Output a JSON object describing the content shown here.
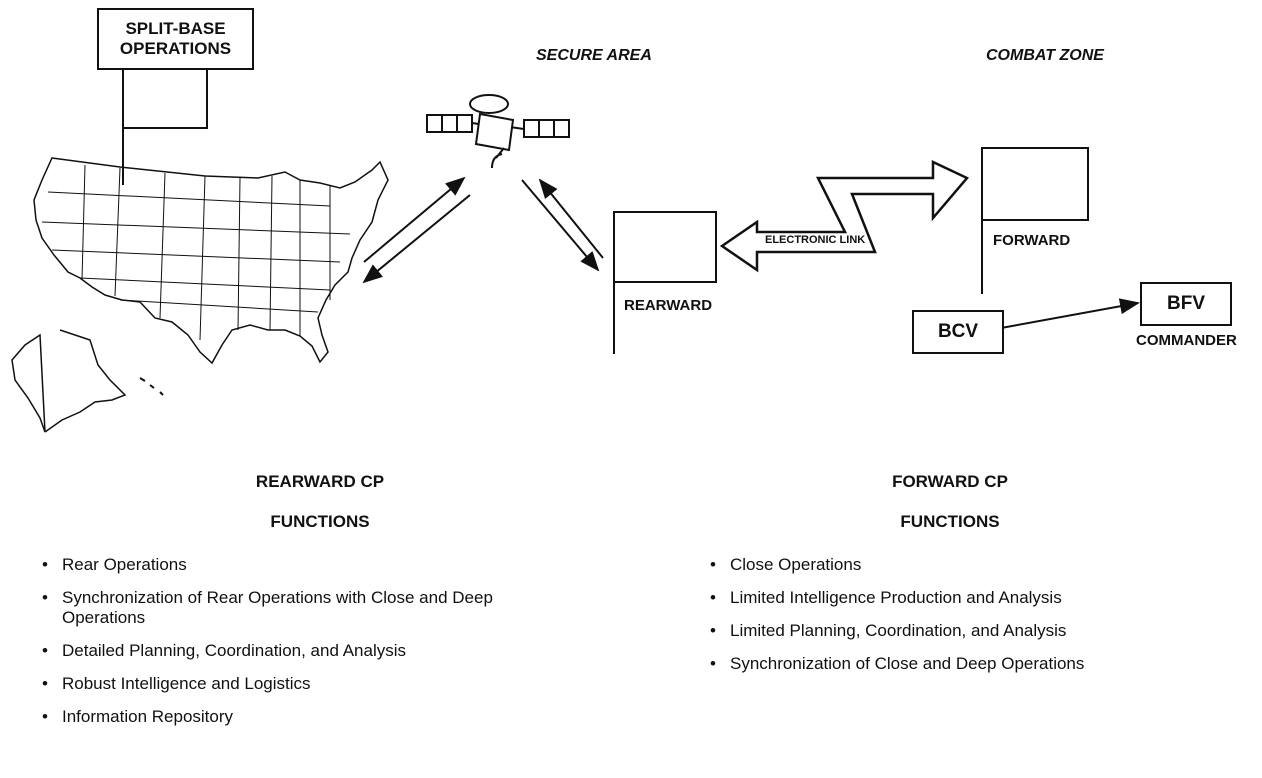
{
  "title_box": {
    "line1": "SPLIT-BASE",
    "line2": "OPERATIONS"
  },
  "zones": {
    "secure": "SECURE AREA",
    "combat": "COMBAT ZONE"
  },
  "flags": {
    "rearward": "REARWARD",
    "forward": "FORWARD"
  },
  "link_label": "ELECTRONIC LINK",
  "vehicles": {
    "bcv": "BCV",
    "bfv": "BFV",
    "commander": "COMMANDER"
  },
  "rearward_cp": {
    "heading": "REARWARD CP",
    "subheading": "FUNCTIONS",
    "items": [
      "Rear Operations",
      "Synchronization of Rear Operations with Close and Deep Operations",
      "Detailed Planning, Coordination, and Analysis",
      "Robust Intelligence and Logistics",
      "Information Repository"
    ]
  },
  "forward_cp": {
    "heading": "FORWARD CP",
    "subheading": "FUNCTIONS",
    "items": [
      "Close Operations",
      "Limited Intelligence Production and Analysis",
      "Limited Planning, Coordination, and Analysis",
      "Synchronization of Close and Deep Operations"
    ]
  }
}
